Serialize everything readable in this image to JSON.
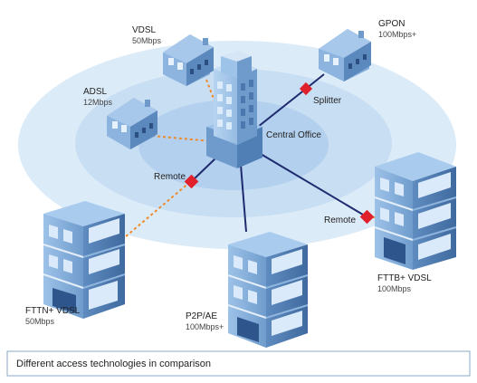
{
  "caption": "Different access technologies in comparison",
  "colors": {
    "ring_outer": "#dcebf8",
    "ring_mid": "#c8def3",
    "ring_inner": "#b3d0ee",
    "fiber_line": "#1e2b6e",
    "copper_line": "#f08a2a",
    "node_marker": "#e0202a",
    "building_blue": "#8fb7e0",
    "building_dark": "#4f7fb5",
    "caption_border": "#8aa9c7"
  },
  "central": {
    "label": "Central Office",
    "icon": "central-office-tower-icon"
  },
  "houses": [
    {
      "id": "vdsl",
      "title": "VDSL",
      "speed": "50Mbps"
    },
    {
      "id": "gpon",
      "title": "GPON",
      "speed": "100Mbps+"
    },
    {
      "id": "adsl",
      "title": "ADSL",
      "speed": "12Mbps"
    }
  ],
  "buildings": [
    {
      "id": "fttn",
      "title": "FTTN+ VDSL",
      "speed": "50Mbps"
    },
    {
      "id": "p2p",
      "title": "P2P/AE",
      "speed": "100Mbps+"
    },
    {
      "id": "fttb",
      "title": "FTTB+ VDSL",
      "speed": "100Mbps"
    }
  ],
  "nodes": [
    {
      "id": "splitter",
      "label": "Splitter"
    },
    {
      "id": "remote_left",
      "label": "Remote"
    },
    {
      "id": "remote_right",
      "label": "Remote"
    }
  ]
}
